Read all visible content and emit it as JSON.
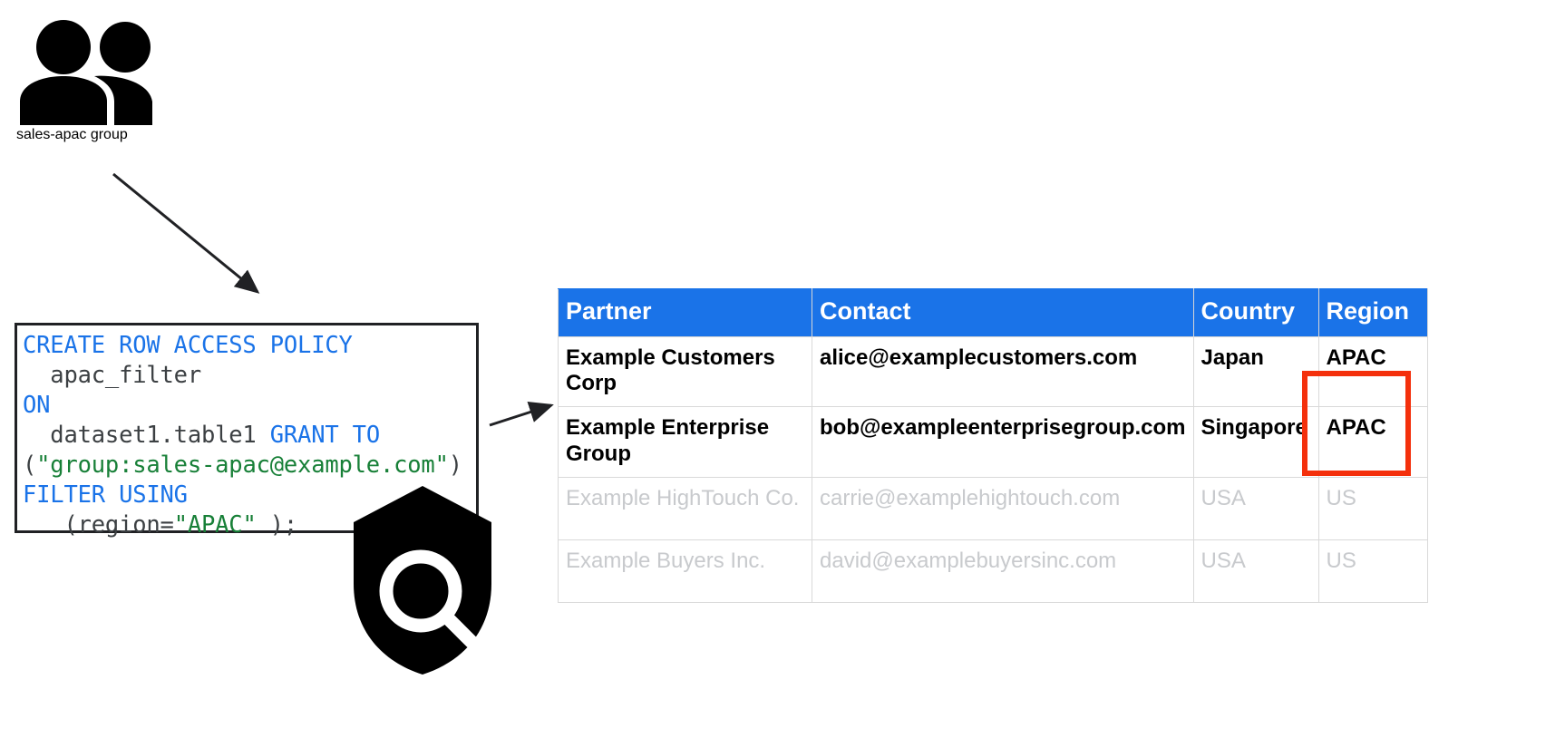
{
  "group_node": {
    "icon": "people-group-icon",
    "label": "sales-apac group"
  },
  "code_block": {
    "icon": "shield-search-icon",
    "language": "sql",
    "lines": [
      {
        "tokens": [
          {
            "t": "CREATE ROW ACCESS POLICY",
            "c": "kw"
          }
        ]
      },
      {
        "tokens": [
          {
            "t": "  apac_filter",
            "c": "pln"
          }
        ]
      },
      {
        "tokens": [
          {
            "t": "ON",
            "c": "kw"
          }
        ]
      },
      {
        "tokens": [
          {
            "t": "  dataset1.table1 ",
            "c": "pln"
          },
          {
            "t": "GRANT TO",
            "c": "kw"
          }
        ]
      },
      {
        "tokens": [
          {
            "t": "(",
            "c": "pln"
          },
          {
            "t": "\"group:sales-apac@example.com\"",
            "c": "str"
          },
          {
            "t": ")",
            "c": "pln"
          }
        ]
      },
      {
        "tokens": [
          {
            "t": "FILTER USING",
            "c": "kw"
          }
        ]
      },
      {
        "tokens": [
          {
            "t": "   (region=",
            "c": "pln"
          },
          {
            "t": "\"APAC\"",
            "c": "str"
          },
          {
            "t": " );",
            "c": "pln"
          }
        ]
      }
    ],
    "plain_text": "CREATE ROW ACCESS POLICY\n  apac_filter\nON\n  dataset1.table1 GRANT TO\n(\"group:sales-apac@example.com\")\nFILTER USING\n   (region=\"APAC\" );"
  },
  "table": {
    "headers": [
      "Partner",
      "Contact",
      "Country",
      "Region"
    ],
    "rows": [
      {
        "cells": [
          "Example Customers Corp",
          "alice@examplecustomers.com",
          "Japan",
          "APAC"
        ],
        "visible": true
      },
      {
        "cells": [
          "Example Enterprise Group",
          "bob@exampleenterprisegroup.com",
          "Singapore",
          "APAC"
        ],
        "visible": true
      },
      {
        "cells": [
          "Example HighTouch Co.",
          "carrie@examplehightouch.com",
          "USA",
          "US"
        ],
        "visible": false
      },
      {
        "cells": [
          "Example Buyers Inc.",
          "david@examplebuyersinc.com",
          "USA",
          "US"
        ],
        "visible": false
      }
    ]
  },
  "annotations": {
    "region_highlight_color": "#f4300c",
    "header_color": "#1a73e8",
    "dim_text_color": "#c8cacd",
    "keyword_color": "#1a73e8",
    "string_color": "#188038",
    "plain_code_color": "#3c4043"
  }
}
